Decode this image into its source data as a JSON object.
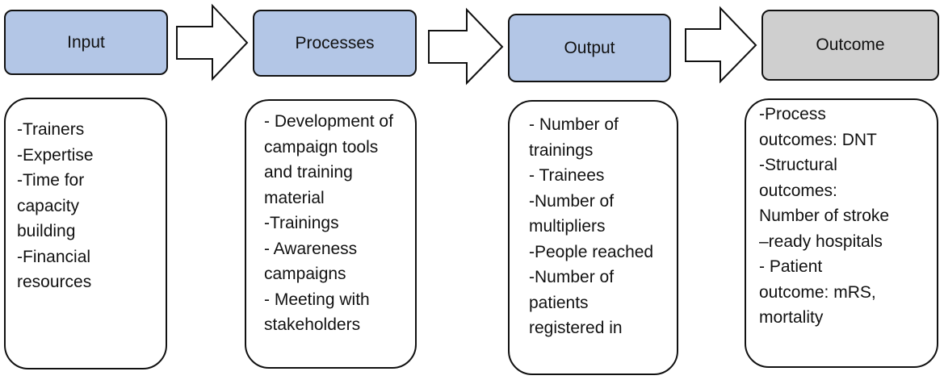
{
  "stages": [
    {
      "title": "Input",
      "color": "#b3c6e6",
      "items": [
        "-Trainers",
        "-Expertise",
        "-Time for",
        "capacity",
        "building",
        "-Financial",
        "resources"
      ]
    },
    {
      "title": "Processes",
      "color": "#b3c6e6",
      "items": [
        "- Development of",
        "campaign tools",
        "and training",
        "material",
        "-Trainings",
        "- Awareness",
        "campaigns",
        "- Meeting with",
        "stakeholders"
      ]
    },
    {
      "title": "Output",
      "color": "#b3c6e6",
      "items": [
        "- Number of",
        "trainings",
        "- Trainees",
        "-Number of",
        "multipliers",
        "-People reached",
        "-Number of",
        "patients",
        "registered in"
      ]
    },
    {
      "title": "Outcome",
      "color": "#cfcfcf",
      "items": [
        "-Process",
        "outcomes: DNT",
        "-Structural",
        "outcomes:",
        "Number of stroke",
        "–ready hospitals",
        "- Patient",
        "outcome: mRS,",
        "mortality"
      ]
    }
  ]
}
